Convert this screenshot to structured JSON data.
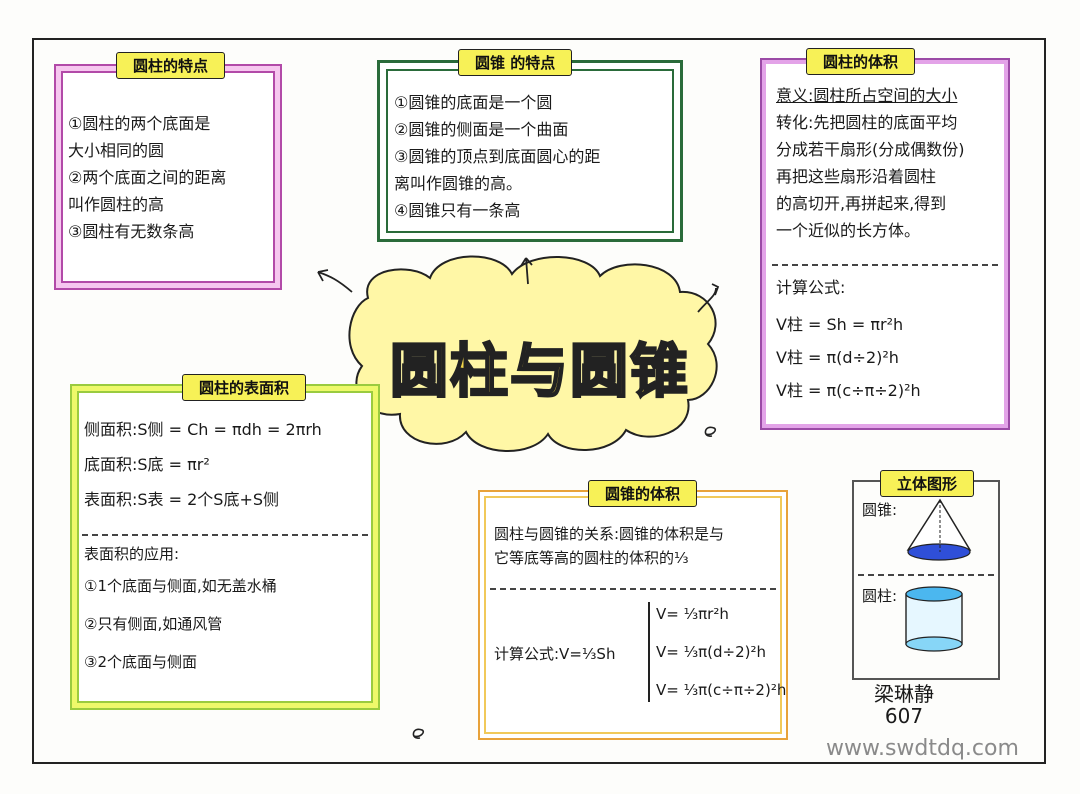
{
  "center": {
    "title": "圆柱与圆锥"
  },
  "cylinder_features": {
    "title": "圆柱的特点",
    "lines": [
      "①圆柱的两个底面是",
      "大小相同的圆",
      "②两个底面之间的距离",
      "叫作圆柱的高",
      "③圆柱有无数条高"
    ]
  },
  "cone_features": {
    "title": "圆锥 的特点",
    "lines": [
      "①圆锥的底面是一个圆",
      "②圆锥的侧面是一个曲面",
      "③圆锥的顶点到底面圆心的距",
      "离叫作圆锥的高。",
      "④圆锥只有一条高"
    ]
  },
  "cylinder_volume": {
    "title": "圆柱的体积",
    "definition": "意义:圆柱所占空间的大小",
    "conversion": [
      "转化:先把圆柱的底面平均",
      "分成若干扇形(分成偶数份)",
      "再把这些扇形沿着圆柱",
      "的高切开,再拼起来,得到",
      "一个近似的长方体。"
    ],
    "formula_label": "计算公式:",
    "formulas": [
      "V柱 = Sh = πr²h",
      "V柱 = π(d÷2)²h",
      "V柱 = π(c÷π÷2)²h"
    ]
  },
  "cylinder_surface": {
    "title": "圆柱的表面积",
    "lines": [
      "侧面积:S侧 = Ch = πdh = 2πrh",
      "底面积:S底 = πr²",
      "表面积:S表 = 2个S底+S侧"
    ],
    "app_title": "表面积的应用:",
    "apps": [
      "①1个底面与侧面,如无盖水桶",
      "②只有侧面,如通风管",
      "③2个底面与侧面"
    ]
  },
  "cone_volume": {
    "title": "圆锥的体积",
    "relation": [
      "圆柱与圆锥的关系:圆锥的体积是与",
      "它等底等高的圆柱的体积的⅓"
    ],
    "formula_label": "计算公式:V=⅓Sh",
    "formulas": [
      "V= ⅓πr²h",
      "V= ⅓π(d÷2)²h",
      "V= ⅓π(c÷π÷2)²h"
    ]
  },
  "solid_figures": {
    "title": "立体图形",
    "cone_label": "圆锥:",
    "cylinder_label": "圆柱:"
  },
  "signature": {
    "name": "梁琳静",
    "class": "607"
  },
  "watermark": "www.swdtdq.com"
}
